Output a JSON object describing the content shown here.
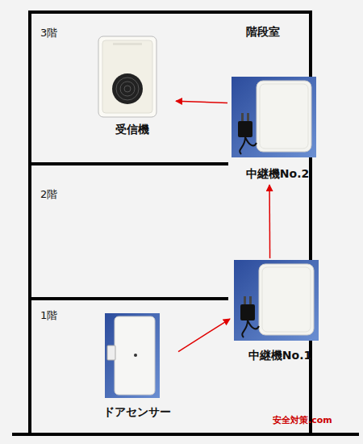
{
  "diagram": {
    "nodes": [
      {
        "text": [
          "受信機"
        ]
      },
      {
        "text": [
          "中継機No.2"
        ]
      },
      {
        "text": [
          "中継機No.1"
        ]
      },
      {
        "text": [
          "ドアセンサー"
        ]
      }
    ],
    "edges": [
      {
        "from": 3,
        "to": 2,
        "arrow": "to"
      },
      {
        "from": 2,
        "to": 1,
        "arrow": "to"
      },
      {
        "from": 1,
        "to": 0,
        "arrow": "to"
      }
    ],
    "labels": [
      "3階",
      "階段室",
      "2階",
      "1階",
      "安全対策.com"
    ]
  }
}
